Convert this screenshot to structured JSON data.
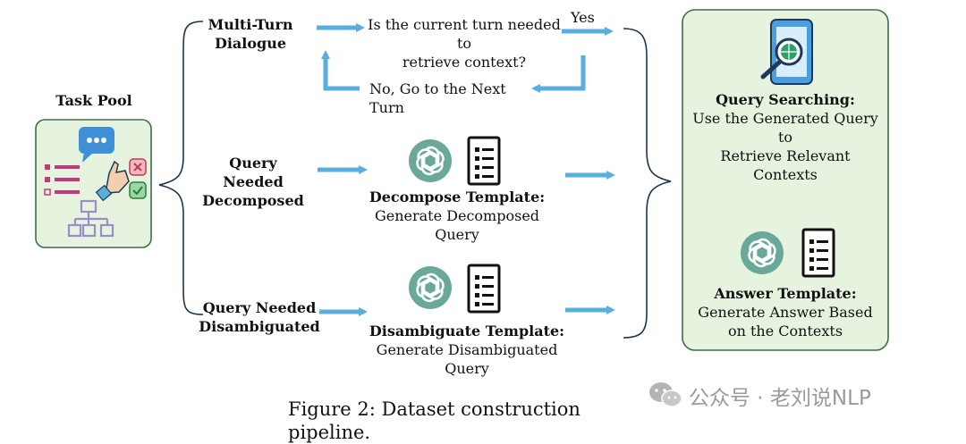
{
  "task_pool": {
    "title": "Task Pool"
  },
  "branches": {
    "multi_turn": {
      "label_line1": "Multi-Turn",
      "label_line2": "Dialogue",
      "question_line1": "Is the current turn needed to",
      "question_line2": "retrieve context?",
      "yes": "Yes",
      "no": "No, Go to the Next Turn"
    },
    "decompose": {
      "label_line1": "Query Needed",
      "label_line2": "Decomposed",
      "template_title": "Decompose Template:",
      "template_desc": "Generate Decomposed Query"
    },
    "disambiguate": {
      "label_line1": "Query Needed",
      "label_line2": "Disambiguated",
      "template_title": "Disambiguate Template:",
      "template_desc": "Generate Disambiguated Query"
    }
  },
  "right_panel": {
    "search_title": "Query Searching:",
    "search_desc_line1": "Use the Generated Query to",
    "search_desc_line2": "Retrieve Relevant Contexts",
    "answer_title": "Answer Template:",
    "answer_desc_line1": "Generate Answer Based",
    "answer_desc_line2": "on the Contexts"
  },
  "caption": "Figure 2: Dataset construction pipeline.",
  "watermark": "公众号 · 老刘说NLP",
  "colors": {
    "arrow": "#5aaedc",
    "panel_fill": "#e6f4df",
    "panel_border": "#3d6e4c",
    "logo": "#6aa89a",
    "brace": "#1b3550"
  },
  "icons": [
    "chat-bubble-icon",
    "pointer-hand-icon",
    "checklist-icon",
    "hierarchy-icon",
    "phone-search-icon",
    "openai-logo-icon",
    "document-template-icon"
  ]
}
